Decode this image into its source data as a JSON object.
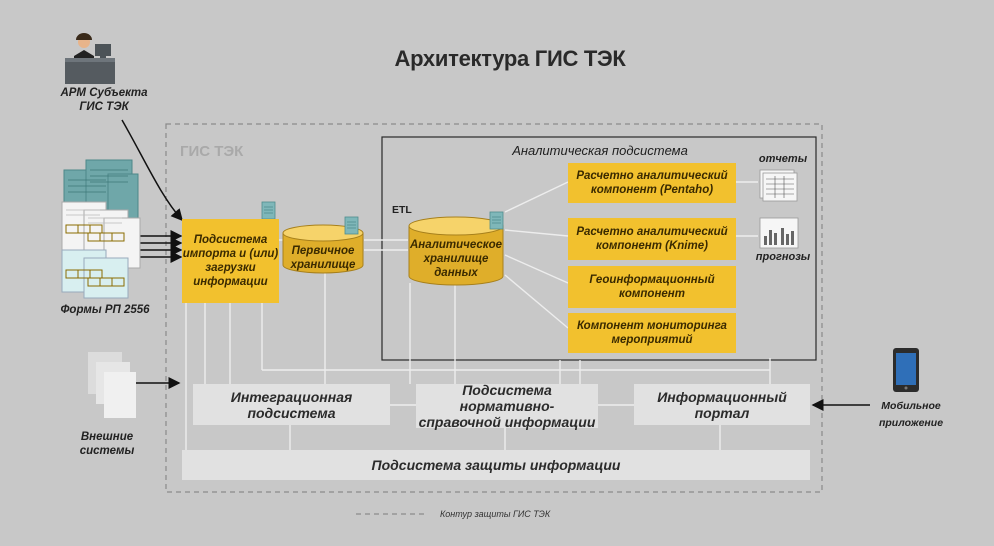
{
  "title": "Архитектура ГИС ТЭК",
  "perimeter_label": "ГИС ТЭК",
  "analytic_subsystem_label": "Аналитическая подсистема",
  "etl_label": "ETL",
  "arm": {
    "line1": "АРМ Субъекта",
    "line2": "ГИС ТЭК"
  },
  "forms_label": "Формы РП 2556",
  "external": {
    "line1": "Внешние",
    "line2": "системы"
  },
  "mobile": {
    "line1": "Мобильное",
    "line2": "приложение"
  },
  "import_subsystem": {
    "l1": "Подсистема",
    "l2": "импорта и (или)",
    "l3": "загрузки",
    "l4": "информации"
  },
  "primary_storage": {
    "l1": "Первичное",
    "l2": "хранилище"
  },
  "analytic_storage": {
    "l1": "Аналитическое",
    "l2": "хранилище",
    "l3": "данных"
  },
  "components": [
    {
      "l1": "Расчетно аналитический",
      "l2": "компонент (Pentaho)"
    },
    {
      "l1": "Расчетно аналитический",
      "l2": "компонент (Knime)"
    },
    {
      "l1": "Геоинформационный",
      "l2": "компонент"
    },
    {
      "l1": "Компонент мониторинга",
      "l2": "мероприятий"
    }
  ],
  "reports_label": "отчеты",
  "forecasts_label": "прогнозы",
  "integration_subsystem": "Интеграционная подсистема",
  "nsi_subsystem": {
    "l1": "Подсистема нормативно-",
    "l2": "справочной информации"
  },
  "info_portal": "Информационный портал",
  "security_subsystem": "Подсистема защиты информации",
  "legend_label": "Контур защиты ГИС ТЭК",
  "colors": {
    "accent": "#f2c12e",
    "panel": "#e1e1e1",
    "background": "#c8c8c8",
    "sheet": "#6fa7a9",
    "sheet_light": "#d8eff0"
  }
}
